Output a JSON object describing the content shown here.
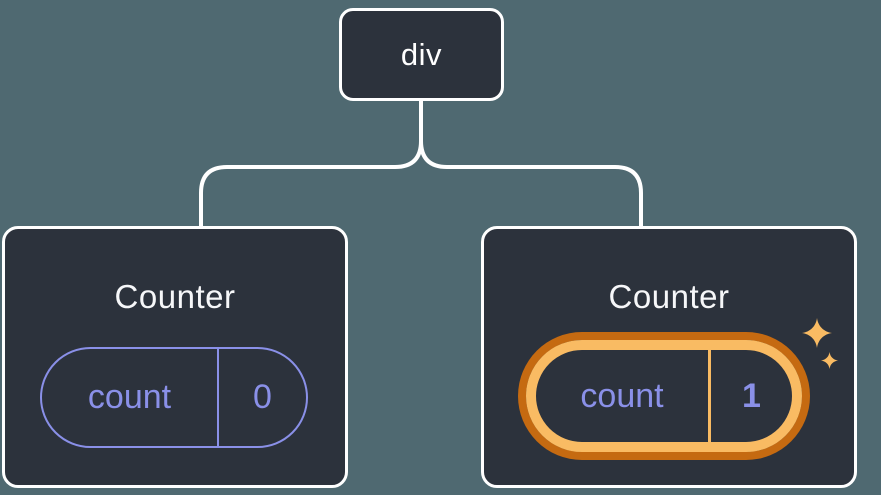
{
  "diagram": {
    "description": "React component tree with state",
    "tree": {
      "root": {
        "label": "div"
      },
      "children": [
        {
          "title": "Counter",
          "state": {
            "label": "count",
            "value": "0"
          },
          "highlighted": false
        },
        {
          "title": "Counter",
          "state": {
            "label": "count",
            "value": "1"
          },
          "highlighted": true,
          "icon": "sparkles-icon"
        }
      ]
    },
    "colors": {
      "background": "#4F6971",
      "node_fill": "#2C323C",
      "node_border": "#FFFFFF",
      "connector": "#FFFFFF",
      "title_text": "#F6F7F9",
      "state_purple": "#8A90E8",
      "highlight_orange_dark": "#C56A11",
      "highlight_orange_light": "#F9BB63"
    }
  }
}
